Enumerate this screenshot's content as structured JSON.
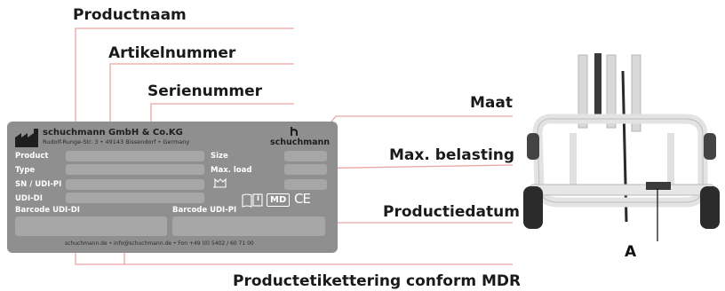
{
  "callouts": {
    "productnaam": "Productnaam",
    "artikelnummer": "Artikelnummer",
    "serienummer": "Serienummer",
    "maat": "Maat",
    "max_belasting": "Max. belasting",
    "productiedatum": "Productiedatum",
    "productetikettering": "Productetikettering conform MDR"
  },
  "plate": {
    "company": "schuchmann GmbH & Co.KG",
    "address": "Rudolf-Runge-Str. 3 • 49143 Bissendorf • Germany",
    "brand": "schuchmann",
    "labels": {
      "product": "Product",
      "type": "Type",
      "sn_udi_pi": "SN / UDI-PI",
      "udi_di": "UDI-DI",
      "barcode_udi_di": "Barcode UDI-DI",
      "barcode_udi_pi": "Barcode UDI-PI",
      "size": "Size",
      "max_load": "Max. load"
    },
    "symbols": {
      "info": "i",
      "md": "MD",
      "ce": "CE"
    },
    "footer": "schuchmann.de • info@schuchmann.de • Fon +49 (0) 5402 / 60 71 00"
  },
  "photo_marker": "A",
  "colors": {
    "leader_line": "#e9a6a3",
    "plate_background": "#8f8f8f",
    "field_background": "#a7a7a7"
  }
}
